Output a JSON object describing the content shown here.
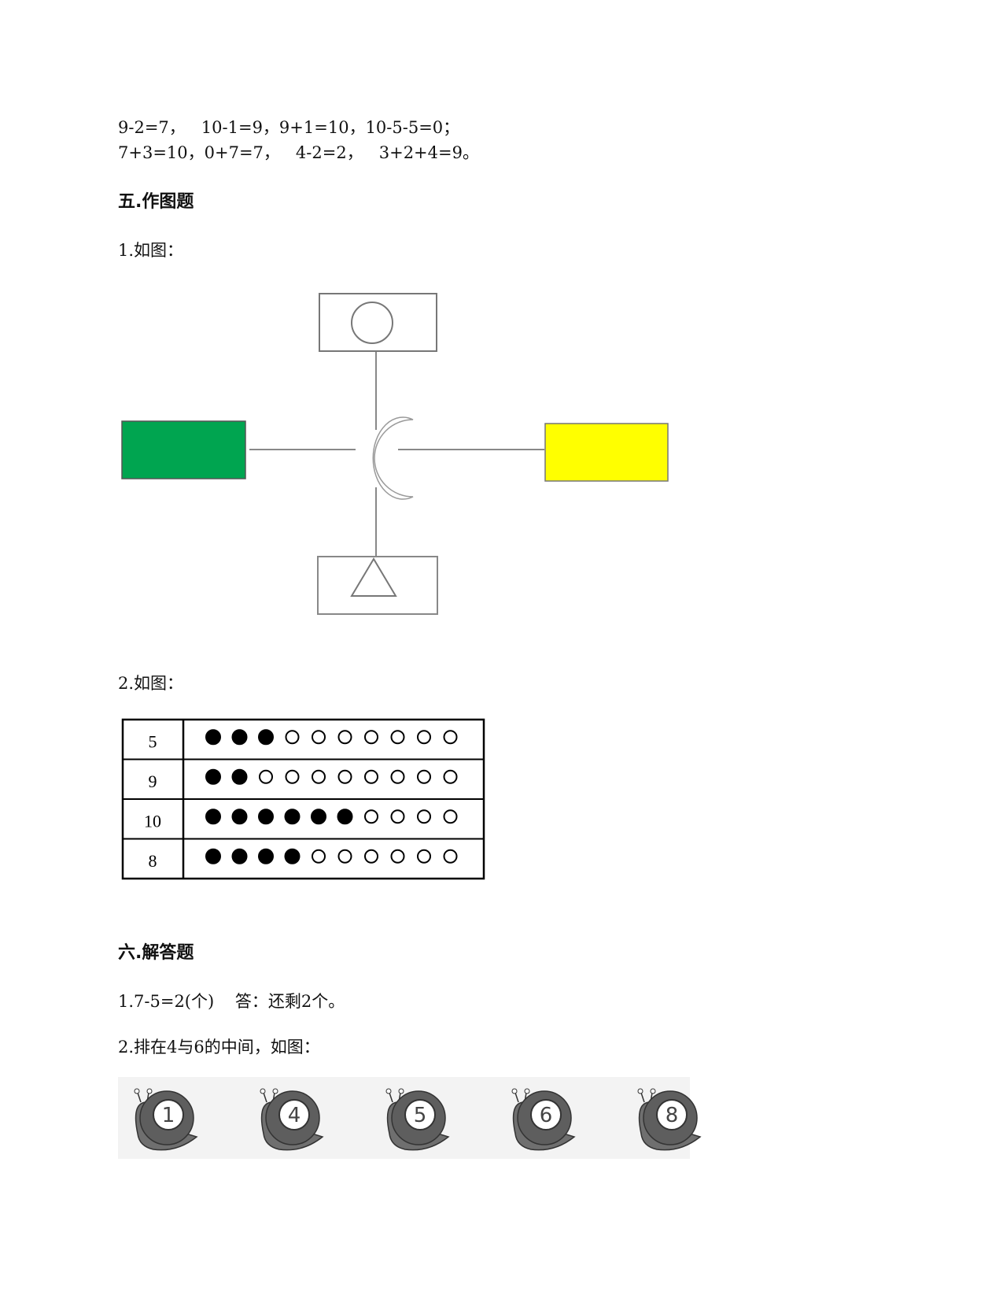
{
  "answers_prev": {
    "line1": "9-2=7，   10-1=9，9+1=10，10-5-5=0；",
    "line2": "7+3=10，0+7=7，   4-2=2，   3+2+4=9。"
  },
  "section5": {
    "title": "五.作图题",
    "q1_label": "1.如图：",
    "q2_label": "2.如图：",
    "diagram": {
      "left_fill": "#00a550",
      "right_fill": "#ffff00"
    },
    "dot_table": {
      "rows": [
        {
          "number": "5",
          "filled": 3,
          "total": 10
        },
        {
          "number": "9",
          "filled": 2,
          "total": 10
        },
        {
          "number": "10",
          "filled": 6,
          "total": 10
        },
        {
          "number": "8",
          "filled": 4,
          "total": 10
        }
      ]
    }
  },
  "section6": {
    "title": "六.解答题",
    "q1": "1.7-5=2(个)    答：还剩2个。",
    "q2": "2.排在4与6的中间，如图：",
    "snails": [
      "1",
      "4",
      "5",
      "6",
      "8"
    ]
  }
}
